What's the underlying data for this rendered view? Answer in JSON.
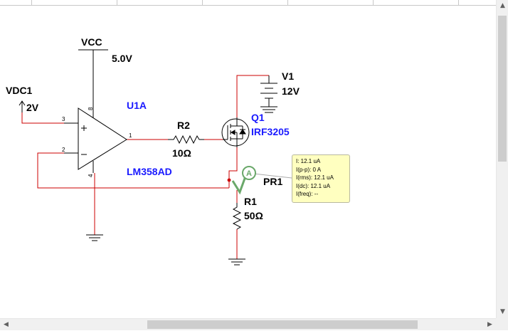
{
  "components": {
    "vcc": {
      "name": "VCC",
      "value": "5.0V"
    },
    "vdc1": {
      "name": "VDC1",
      "value": "2V"
    },
    "opamp": {
      "ref": "U1A",
      "part": "LM358AD",
      "pins": {
        "in_plus": "3",
        "in_minus": "2",
        "out": "1",
        "vplus": "8",
        "vminus": "4"
      }
    },
    "r2": {
      "name": "R2",
      "value": "10Ω"
    },
    "q1": {
      "name": "Q1",
      "part": "IRF3205"
    },
    "v1": {
      "name": "V1",
      "value": "12V"
    },
    "r1": {
      "name": "R1",
      "value": "50Ω"
    },
    "probe": {
      "name": "PR1",
      "symbol": "A"
    }
  },
  "probe_readout": [
    "I: 12.1 uA",
    "I(p-p): 0 A",
    "I(rms): 12.1 uA",
    "I(dc): 12.1 uA",
    "I(freq): --"
  ],
  "colors": {
    "wire": "#cc0000",
    "component": "#000000",
    "ref_label": "#1a1aff",
    "probe": "#6aa86a",
    "tooltip_bg": "#ffffc0"
  }
}
